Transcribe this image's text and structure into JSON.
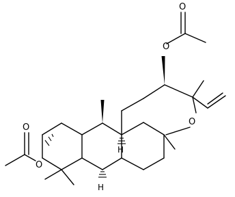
{
  "figure": {
    "type": "chemical-structure",
    "bond_color": "#000000",
    "background": "#ffffff"
  },
  "atoms": {
    "o_acetate_top_carbonyl": "O",
    "o_acetate_top_ester": "O",
    "o_ring": "O",
    "h_upper": "H",
    "h_lower": "H",
    "o_acetate_left_carbonyl": "O",
    "o_acetate_left_ester": "O"
  }
}
